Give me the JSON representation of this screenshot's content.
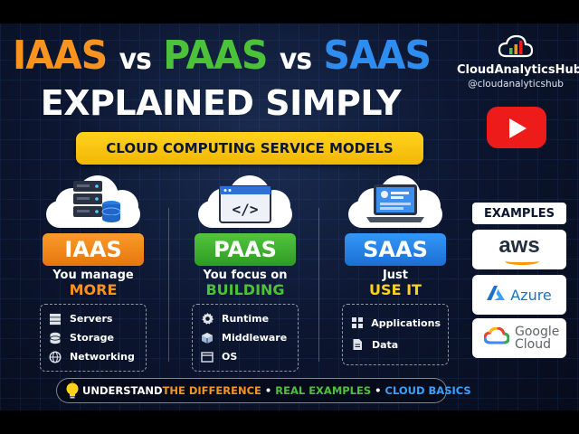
{
  "headline": {
    "iaas": "IAAS",
    "vs1": "vs",
    "paas": "PAAS",
    "vs2": "vs",
    "saas": "SAAS"
  },
  "subheadline": "EXPLAINED SIMPLY",
  "banner": "CLOUD COMPUTING SERVICE MODELS",
  "brand": {
    "name": "CloudAnalyticsHub",
    "handle": "@cloudanalyticshub"
  },
  "columns": [
    {
      "pill": "IAAS",
      "tagline": "You manage",
      "emphasis": "MORE",
      "items": [
        {
          "label": "Servers",
          "icon": "server-icon"
        },
        {
          "label": "Storage",
          "icon": "database-icon"
        },
        {
          "label": "Networking",
          "icon": "globe-icon"
        }
      ]
    },
    {
      "pill": "PAAS",
      "tagline": "You focus on",
      "emphasis": "BUILDING",
      "items": [
        {
          "label": "Runtime",
          "icon": "gear-icon"
        },
        {
          "label": "Middleware",
          "icon": "cube-icon"
        },
        {
          "label": "OS",
          "icon": "window-icon"
        }
      ]
    },
    {
      "pill": "SAAS",
      "tagline": "Just",
      "emphasis": "USE IT",
      "items": [
        {
          "label": "Applications",
          "icon": "apps-grid-icon"
        },
        {
          "label": "Data",
          "icon": "document-icon"
        }
      ]
    }
  ],
  "examples": {
    "label": "EXAMPLES",
    "items": [
      {
        "name": "aws",
        "icon": "aws-logo"
      },
      {
        "name": "Azure",
        "icon": "azure-logo"
      },
      {
        "name": "Google Cloud",
        "icon": "google-cloud-logo"
      }
    ]
  },
  "bottom_bar": {
    "part1": "UNDERSTAND ",
    "part2": "THE DIFFERENCE",
    "part3": "REAL EXAMPLES",
    "part4": "CLOUD BASICS",
    "separator": "•"
  },
  "colors": {
    "iaas": "#f7931e",
    "paas": "#4cc13a",
    "saas": "#2f8df0",
    "banner": "#ffd21e",
    "youtube": "#ee1b1b",
    "background": "#0c1630"
  }
}
